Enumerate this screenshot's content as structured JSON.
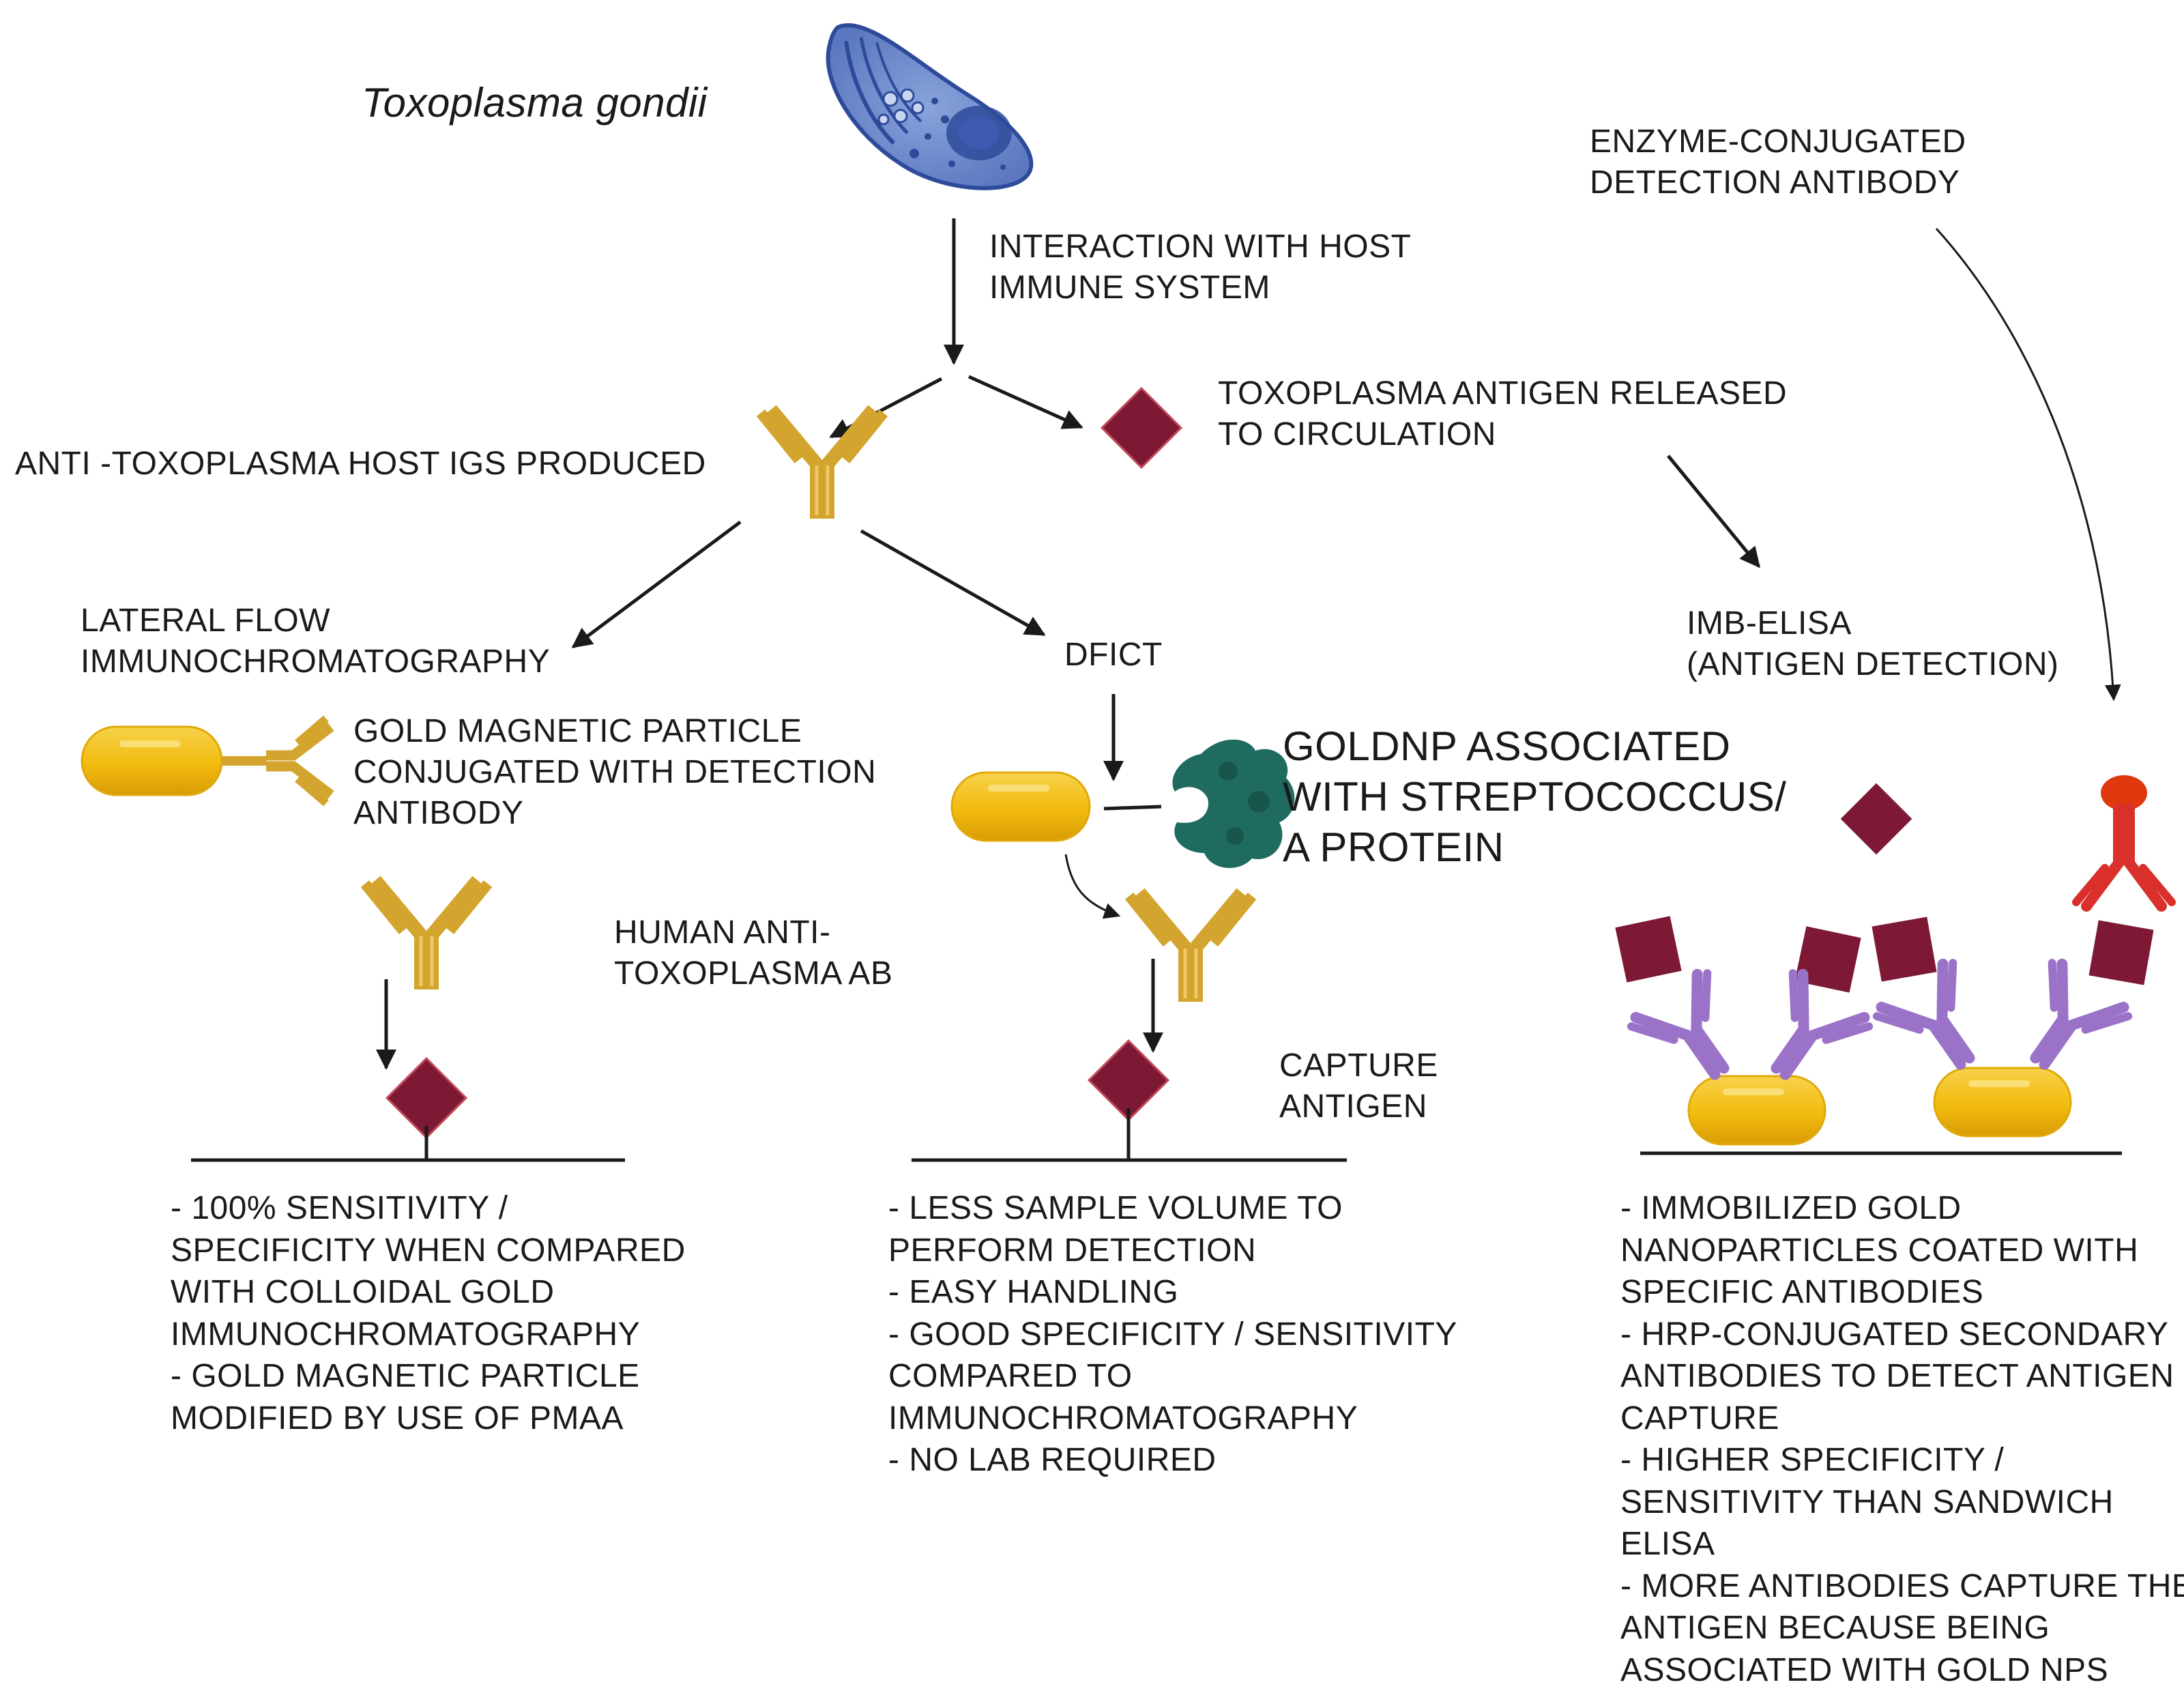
{
  "title": "Toxoplasma gondii",
  "colors": {
    "antibody_gold": "#d4a52e",
    "antibody_gold_light": "#f0c866",
    "antigen": "#7d1935",
    "antigen_border": "#c24a58",
    "gold_particle": "#f2bb0f",
    "gold_particle_dark": "#d89e08",
    "protein": "#1f6b60",
    "antibody_purple": "#9a73c9",
    "antibody_red": "#d9302b",
    "enzyme": "#e0380e",
    "parasite_blue": "#6b86c8",
    "parasite_dark": "#2e4b9b"
  },
  "labels": {
    "interaction": "INTERACTION WITH HOST\nIMMUNE SYSTEM",
    "antigen_released": "TOXOPLASMA ANTIGEN RELEASED\nTO CIRCULATION",
    "host_igs": "ANTI -TOXOPLASMA  HOST IGS PRODUCED",
    "enzyme_antibody": "ENZYME-CONJUGATED\nDETECTION ANTIBODY",
    "lateral_flow": "LATERAL FLOW\nIMMUNOCHROMATOGRAPHY",
    "dfict": "DFICT",
    "imb_elisa": "IMB-ELISA\n(ANTIGEN DETECTION)",
    "gold_magnetic": "GOLD MAGNETIC PARTICLE\nCONJUGATED WITH DETECTION\nANTIBODY",
    "goldnp_protein": "GOLDNP ASSOCIATED\nWITH STREPTOCOCCUS/\nA PROTEIN",
    "human_ab": "HUMAN ANTI-\nTOXOPLASMA AB",
    "capture_antigen": "CAPTURE\nANTIGEN"
  },
  "notes": {
    "lateral_flow": [
      "- 100% SENSITIVITY /",
      "SPECIFICITY WHEN COMPARED",
      "WITH COLLOIDAL GOLD",
      "IMMUNOCHROMATOGRAPHY",
      "- GOLD MAGNETIC PARTICLE",
      "MODIFIED BY USE OF PMAA"
    ],
    "dfict": [
      "- LESS SAMPLE VOLUME TO",
      "PERFORM DETECTION",
      "- EASY HANDLING",
      "- GOOD SPECIFICITY / SENSITIVITY",
      "COMPARED TO",
      "IMMUNOCHROMATOGRAPHY",
      "- NO LAB REQUIRED"
    ],
    "imb_elisa": [
      "- IMMOBILIZED GOLD",
      "NANOPARTICLES COATED WITH",
      "SPECIFIC ANTIBODIES",
      "- HRP-CONJUGATED SECONDARY",
      "ANTIBODIES TO DETECT ANTIGEN",
      "CAPTURE",
      "- HIGHER SPECIFICITY /",
      "SENSITIVITY THAN SANDWICH",
      "ELISA",
      "- MORE ANTIBODIES CAPTURE THE",
      "ANTIGEN BECAUSE BEING",
      "ASSOCIATED WITH GOLD NPS"
    ]
  }
}
